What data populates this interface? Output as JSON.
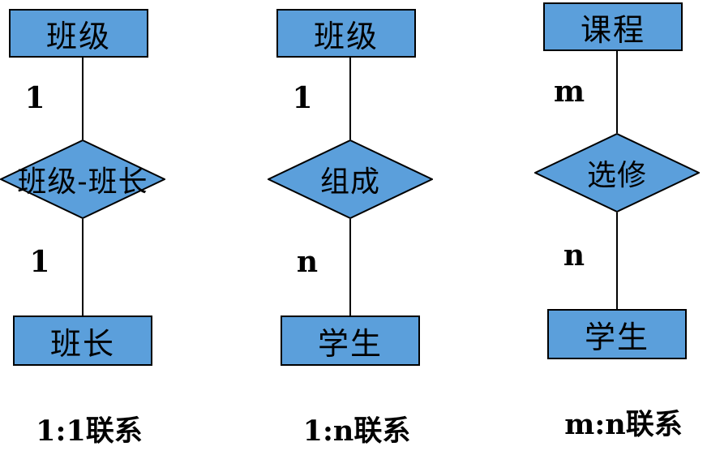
{
  "colors": {
    "shape_fill": "#5B9FDB",
    "shape_border": "#000000",
    "background": "#FFFFFF",
    "text": "#000000"
  },
  "diagram": {
    "columns": [
      {
        "top_entity": "班级",
        "top_cardinality": "1",
        "relationship": "班级-班长",
        "bottom_cardinality": "1",
        "bottom_entity": "班长",
        "caption": "1:1联系"
      },
      {
        "top_entity": "班级",
        "top_cardinality": "1",
        "relationship": "组成",
        "bottom_cardinality": "n",
        "bottom_entity": "学生",
        "caption": "1:n联系"
      },
      {
        "top_entity": "课程",
        "top_cardinality": "m",
        "relationship": "选修",
        "bottom_cardinality": "n",
        "bottom_entity": "学生",
        "caption": "m:n联系"
      }
    ]
  }
}
